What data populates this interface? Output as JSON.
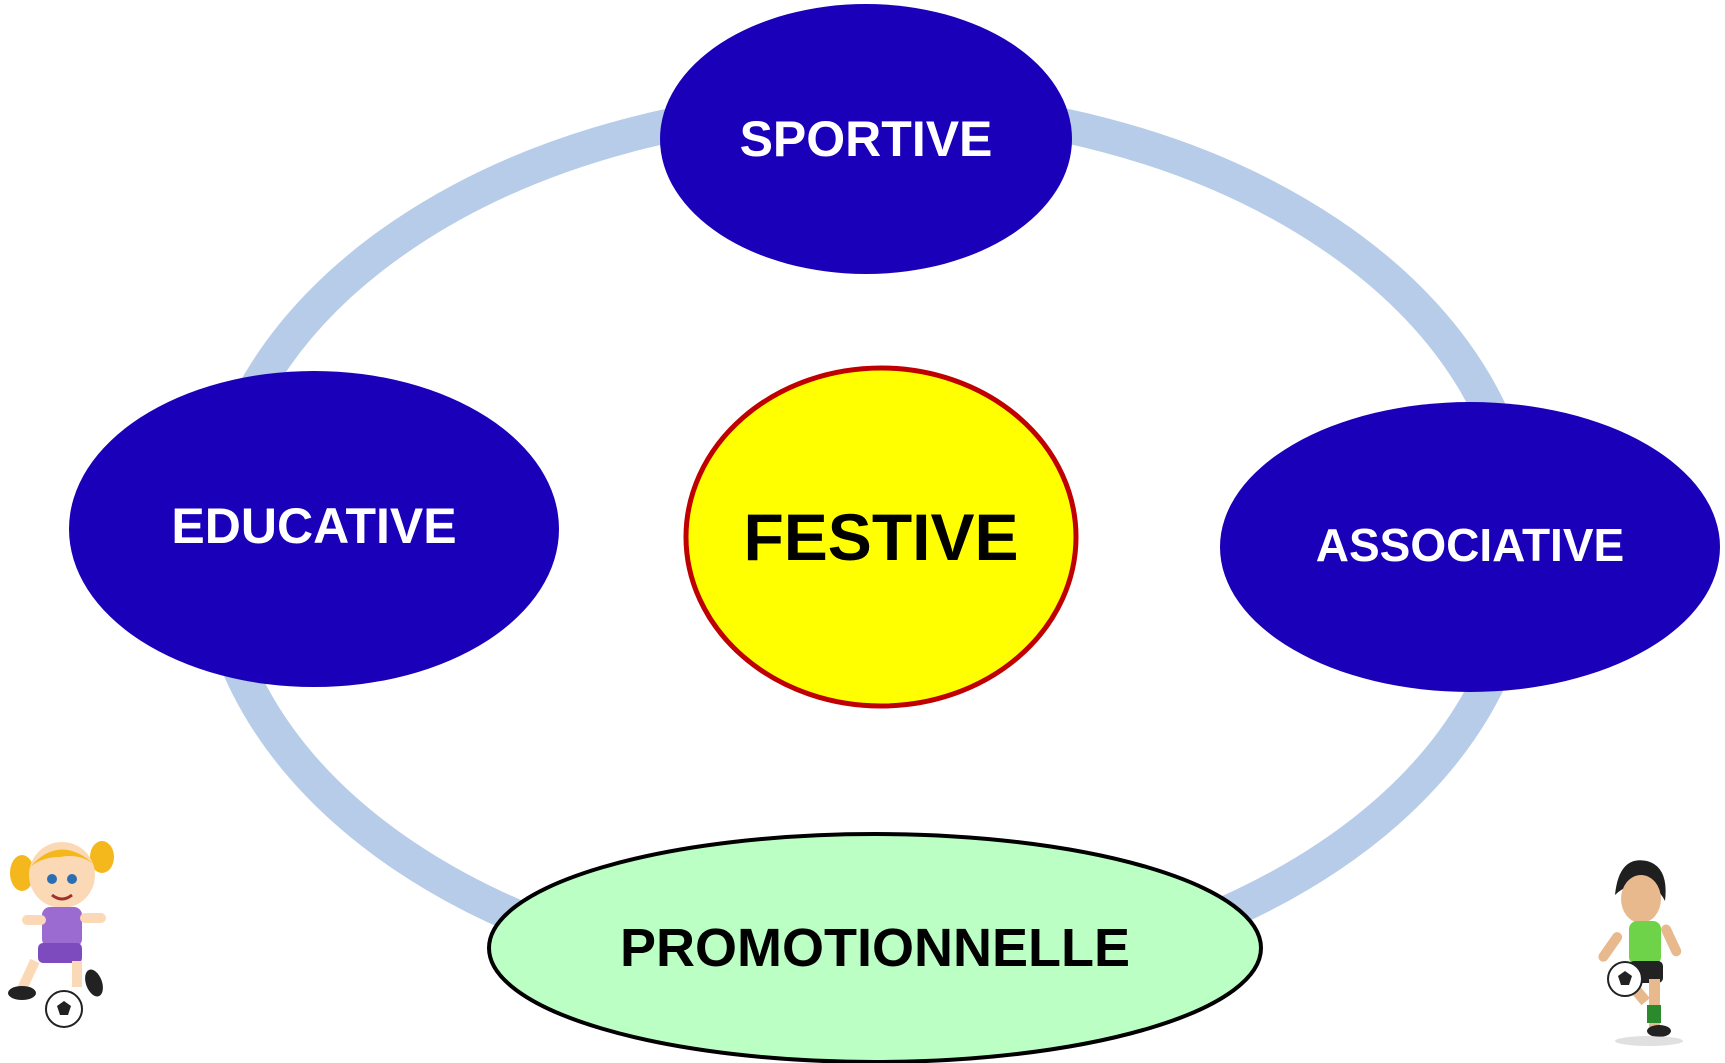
{
  "diagram": {
    "center": {
      "label": "FESTIVE",
      "fill": "#ffff00",
      "stroke": "#c00000",
      "text_color": "#000000"
    },
    "nodes": {
      "top": {
        "label": "SPORTIVE",
        "fill": "#1a00b8",
        "text_color": "#ffffff"
      },
      "left": {
        "label": "EDUCATIVE",
        "fill": "#1a00b8",
        "text_color": "#ffffff"
      },
      "right": {
        "label": "ASSOCIATIVE",
        "fill": "#1a00b8",
        "text_color": "#ffffff"
      },
      "bottom": {
        "label": "PROMOTIONNELLE",
        "fill": "#bbffc4",
        "stroke": "#000000",
        "text_color": "#000000"
      }
    },
    "ring_color": "#b7cce8",
    "illustrations": [
      {
        "icon": "girl-playing-soccer-illustration"
      },
      {
        "icon": "woman-juggling-soccer-ball-illustration"
      }
    ]
  }
}
